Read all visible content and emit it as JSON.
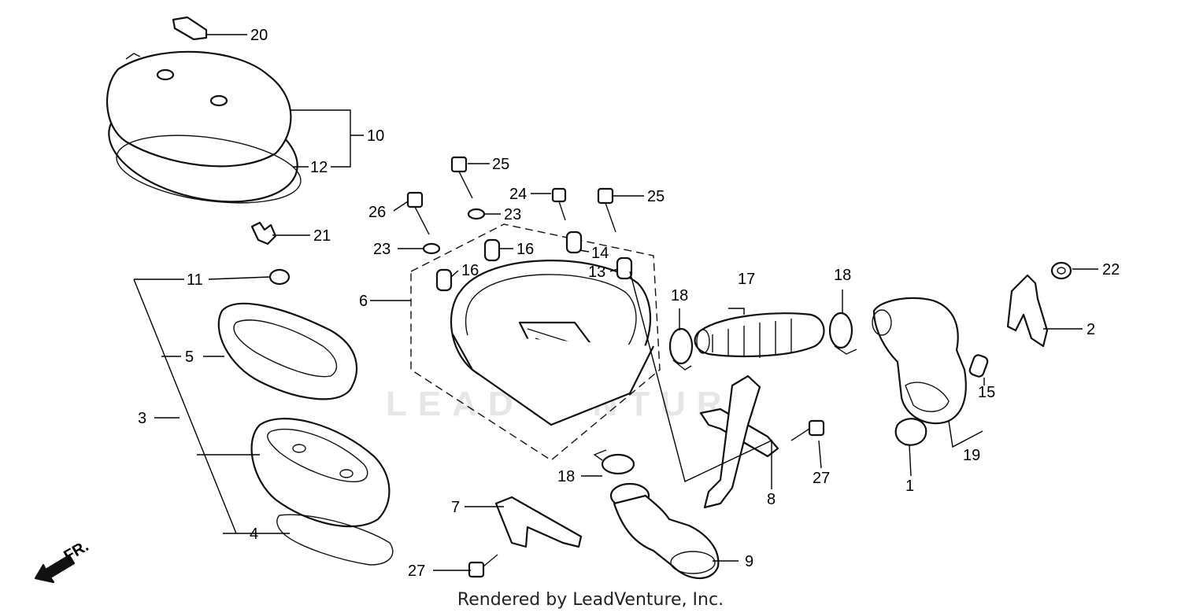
{
  "callouts": [
    {
      "id": "20",
      "label": "20"
    },
    {
      "id": "10",
      "label": "10"
    },
    {
      "id": "12",
      "label": "12"
    },
    {
      "id": "25a",
      "label": "25"
    },
    {
      "id": "24",
      "label": "24"
    },
    {
      "id": "25b",
      "label": "25"
    },
    {
      "id": "26",
      "label": "26"
    },
    {
      "id": "23a",
      "label": "23"
    },
    {
      "id": "21",
      "label": "21"
    },
    {
      "id": "23b",
      "label": "23"
    },
    {
      "id": "16a",
      "label": "16"
    },
    {
      "id": "14",
      "label": "14"
    },
    {
      "id": "13",
      "label": "13"
    },
    {
      "id": "16b",
      "label": "16"
    },
    {
      "id": "11",
      "label": "11"
    },
    {
      "id": "6",
      "label": "6"
    },
    {
      "id": "17",
      "label": "17"
    },
    {
      "id": "18a",
      "label": "18"
    },
    {
      "id": "18b",
      "label": "18"
    },
    {
      "id": "22",
      "label": "22"
    },
    {
      "id": "2",
      "label": "2"
    },
    {
      "id": "5",
      "label": "5"
    },
    {
      "id": "15",
      "label": "15"
    },
    {
      "id": "3",
      "label": "3"
    },
    {
      "id": "19",
      "label": "19"
    },
    {
      "id": "27a",
      "label": "27"
    },
    {
      "id": "18c",
      "label": "18"
    },
    {
      "id": "8",
      "label": "8"
    },
    {
      "id": "1",
      "label": "1"
    },
    {
      "id": "7",
      "label": "7"
    },
    {
      "id": "4",
      "label": "4"
    },
    {
      "id": "9",
      "label": "9"
    },
    {
      "id": "27b",
      "label": "27"
    }
  ],
  "direction_label": "FR.",
  "watermark": "LEADVENTURE",
  "footer": "Rendered by LeadVenture, Inc."
}
